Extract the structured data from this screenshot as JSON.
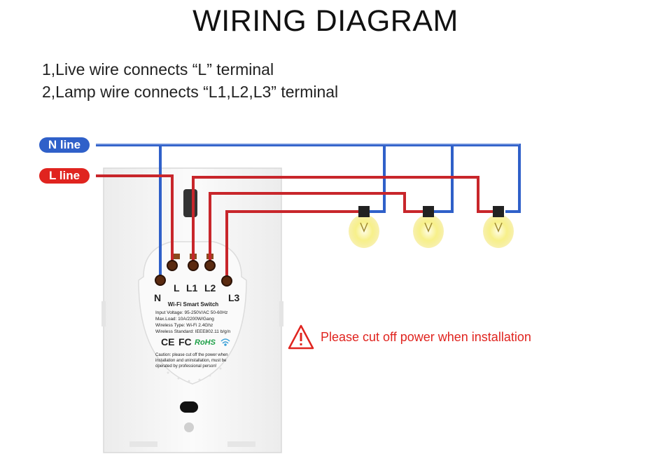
{
  "title": "WIRING DIAGRAM",
  "instructions": [
    "1,Live wire connects “L” terminal",
    "2,Lamp wire connects “L1,L2,L3” terminal"
  ],
  "lines": {
    "n_label": "N line",
    "l_label": "L line"
  },
  "terminals": {
    "n": "N",
    "l": "L",
    "l1": "L1",
    "l2": "L2",
    "l3": "L3"
  },
  "device": {
    "name": "Wi-Fi Smart Switch",
    "specs": [
      "Input Voltage: 95-250V/AC 50-60Hz",
      "Max.Load: 10A/2200W/Gang",
      "Wireless Type: Wi-Fi 2.4Ghz",
      "Wireless Standard: IEEE802.11 b/g/n"
    ],
    "marks": {
      "ce": "CE",
      "fc": "FC",
      "rohs": "RoHS"
    },
    "caution": [
      "Caution: please cut off the power when",
      "installation and uninstallation, must be",
      "operated by professional person!"
    ]
  },
  "warning": "Please cut off power when installation",
  "colors": {
    "neutral": "#2f60c9",
    "live": "#c8262b",
    "warning": "#e0241f",
    "bulb_glow": "#f7f08a"
  },
  "icons": [
    "warning-triangle-icon",
    "bulb-icon",
    "wifi-icon"
  ]
}
